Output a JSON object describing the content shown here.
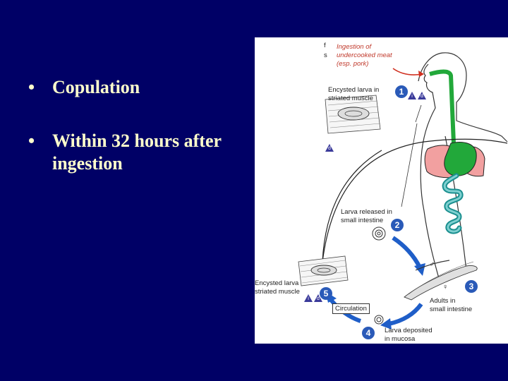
{
  "bullets": [
    {
      "symbol": "•",
      "text": "Copulation"
    },
    {
      "symbol": "•",
      "text": "Within 32 hours after ingestion"
    }
  ],
  "figure": {
    "cut_left": {
      "l1": "f",
      "l2": "s"
    },
    "ingestion_label": "Ingestion of\nundercooked meat\n(esp. pork)",
    "encysted_muscle_1": "Encysted larva in\nstriated muscle",
    "larva_released": "Larva released in\nsmall intestine",
    "encysted_muscle_2": "Encysted larva\nstriated muscle",
    "adults": "Adults in\nsmall intestine",
    "larva_deposited": "Larva deposited\nin mucosa",
    "circulation": "Circulation",
    "male_symbol": "♂",
    "female_symbol": "♀",
    "steps": [
      "1",
      "2",
      "3",
      "4",
      "5"
    ],
    "stage_i": "i",
    "stage_d": "d",
    "colors": {
      "arrow_blue": "#1f5ec8",
      "digestive_green": "#22a83a",
      "lung_pink": "#f2a0a0",
      "ingestion_red": "#d03020",
      "stage_triangle": "#3a3a9a"
    }
  }
}
